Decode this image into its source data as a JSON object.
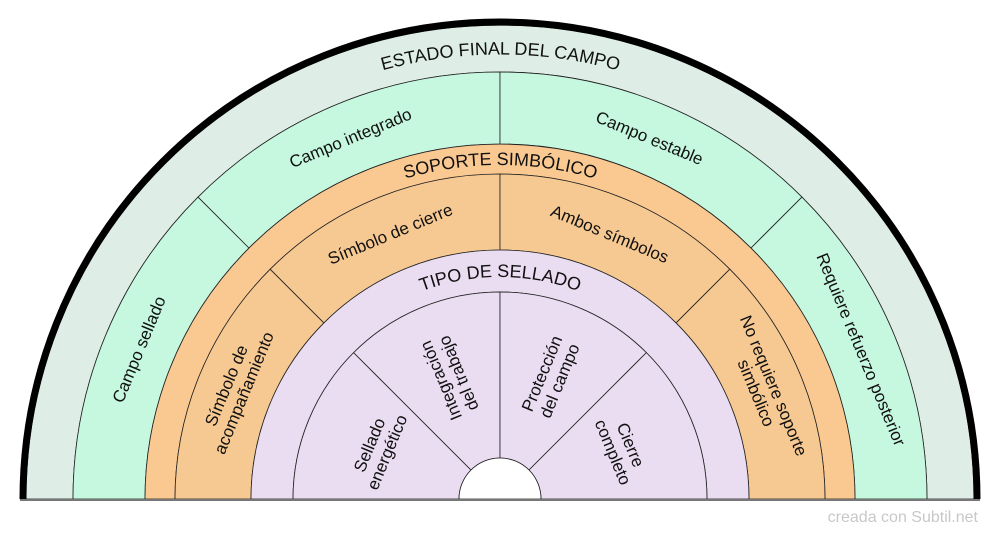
{
  "diagram": {
    "rings": [
      {
        "title": "ESTADO FINAL DEL CAMPO",
        "band_color": "#DEEEE6",
        "segment_color": "#C6F8E0",
        "segments": [
          {
            "lines": [
              "Campo sellado"
            ]
          },
          {
            "lines": [
              "Campo integrado"
            ]
          },
          {
            "lines": [
              "Campo estable"
            ]
          },
          {
            "lines": [
              "Requiere refuerzo posterior"
            ]
          }
        ]
      },
      {
        "title": "SOPORTE SIMBÓLICO",
        "band_color": "#FAC991",
        "segment_color": "#F7C992",
        "segments": [
          {
            "lines": [
              "Símbolo de",
              "acompañamiento"
            ]
          },
          {
            "lines": [
              "Símbolo de cierre"
            ]
          },
          {
            "lines": [
              "Ambos símbolos"
            ]
          },
          {
            "lines": [
              "No requiere soporte",
              "simbólico"
            ]
          }
        ]
      },
      {
        "title": "TIPO DE SELLADO",
        "band_color": "#EADCF1",
        "segment_color": "#EADCF1",
        "segments": [
          {
            "lines": [
              "Sellado",
              "energético"
            ]
          },
          {
            "lines": [
              "Integración",
              "del trabajo"
            ]
          },
          {
            "lines": [
              "Protección",
              "del campo"
            ]
          },
          {
            "lines": [
              "Cierre",
              "completo"
            ]
          }
        ]
      }
    ]
  },
  "credit": "creada con Subtil.net"
}
